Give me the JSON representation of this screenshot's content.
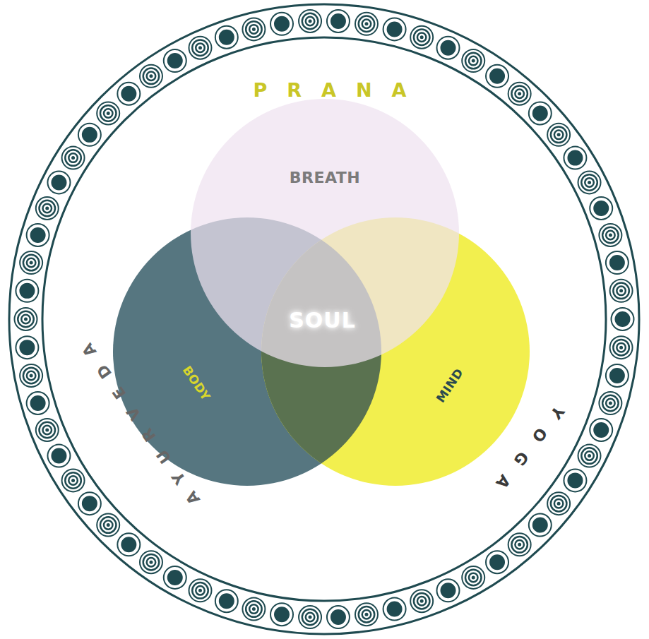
{
  "diagram": {
    "nodes": [
      {
        "text": [
          "BREATH"
        ]
      },
      {
        "text": [
          "BODY"
        ]
      },
      {
        "text": [
          "MIND"
        ]
      }
    ],
    "labels": [
      "PRANA",
      "SOUL",
      "AYURVEDA",
      "YOGA"
    ]
  }
}
